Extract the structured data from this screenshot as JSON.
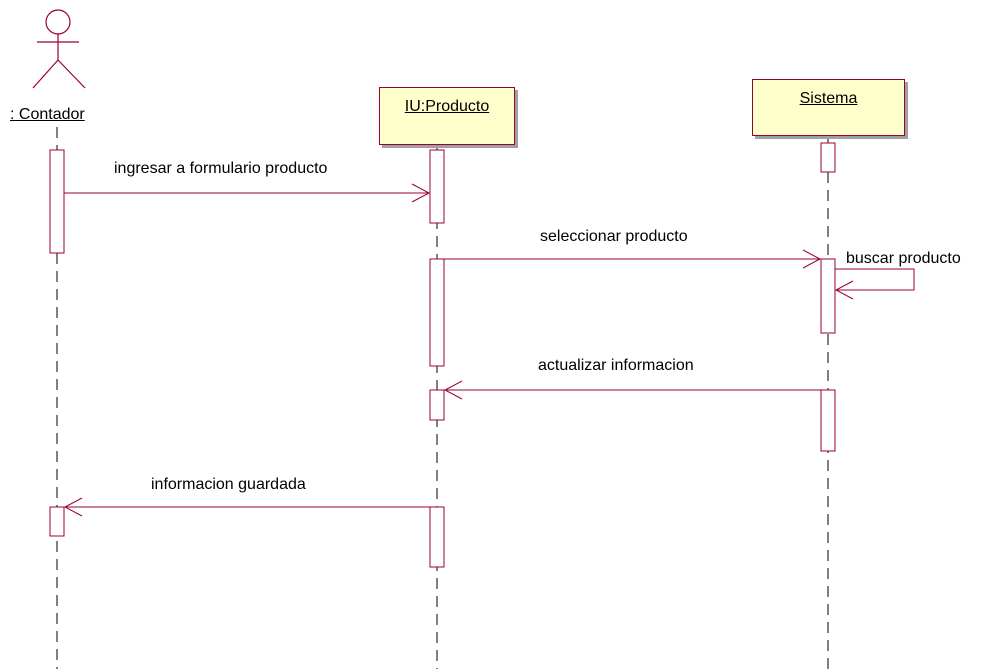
{
  "colors": {
    "line": "#990033",
    "object_fill": "#ffffcc",
    "shadow": "#a0a0a0",
    "lifeline": "#000000"
  },
  "participants": {
    "actor": {
      "name": ": Contador",
      "icon": "stick-figure-icon"
    },
    "ui": {
      "name": "IU:Producto"
    },
    "system": {
      "name": "Sistema"
    }
  },
  "messages": [
    {
      "label": "ingresar a formulario producto",
      "from": "actor",
      "to": "ui"
    },
    {
      "label": "seleccionar producto",
      "from": "ui",
      "to": "system"
    },
    {
      "label": "buscar producto",
      "from": "system",
      "to": "system"
    },
    {
      "label": "actualizar informacion",
      "from": "system",
      "to": "ui"
    },
    {
      "label": "informacion guardada",
      "from": "ui",
      "to": "actor"
    }
  ]
}
